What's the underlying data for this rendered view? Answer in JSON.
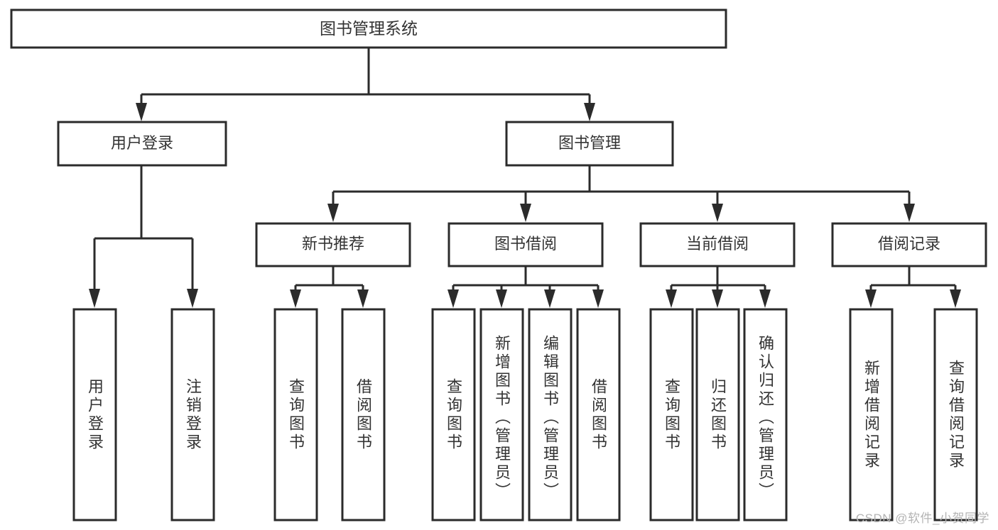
{
  "diagram": {
    "type": "tree-hierarchy",
    "title": "图书管理系统",
    "watermark": "CSDN @软件_小贺同学",
    "colors": {
      "stroke": "#2b2b2b",
      "box_fill": "#ffffff",
      "text": "#333333",
      "background": "#ffffff",
      "watermark": "#b4b4b4"
    },
    "root": {
      "label": "图书管理系统"
    },
    "level2": [
      {
        "label": "用户登录"
      },
      {
        "label": "图书管理"
      }
    ],
    "level3": [
      {
        "label": "新书推荐"
      },
      {
        "label": "图书借阅"
      },
      {
        "label": "当前借阅"
      },
      {
        "label": "借阅记录"
      }
    ],
    "leaves": {
      "user_login": [
        {
          "label": "用户登录"
        },
        {
          "label": "注销登录"
        }
      ],
      "new_book_recommend": [
        {
          "label": "查询图书"
        },
        {
          "label": "借阅图书"
        }
      ],
      "book_borrow": [
        {
          "label": "查询图书"
        },
        {
          "label": "新增图书（管理员）"
        },
        {
          "label": "编辑图书（管理员）"
        },
        {
          "label": "借阅图书"
        }
      ],
      "current_borrow": [
        {
          "label": "查询图书"
        },
        {
          "label": "归还图书"
        },
        {
          "label": "确认归还（管理员）"
        }
      ],
      "borrow_record": [
        {
          "label": "新增借阅记录"
        },
        {
          "label": "查询借阅记录"
        }
      ]
    }
  }
}
